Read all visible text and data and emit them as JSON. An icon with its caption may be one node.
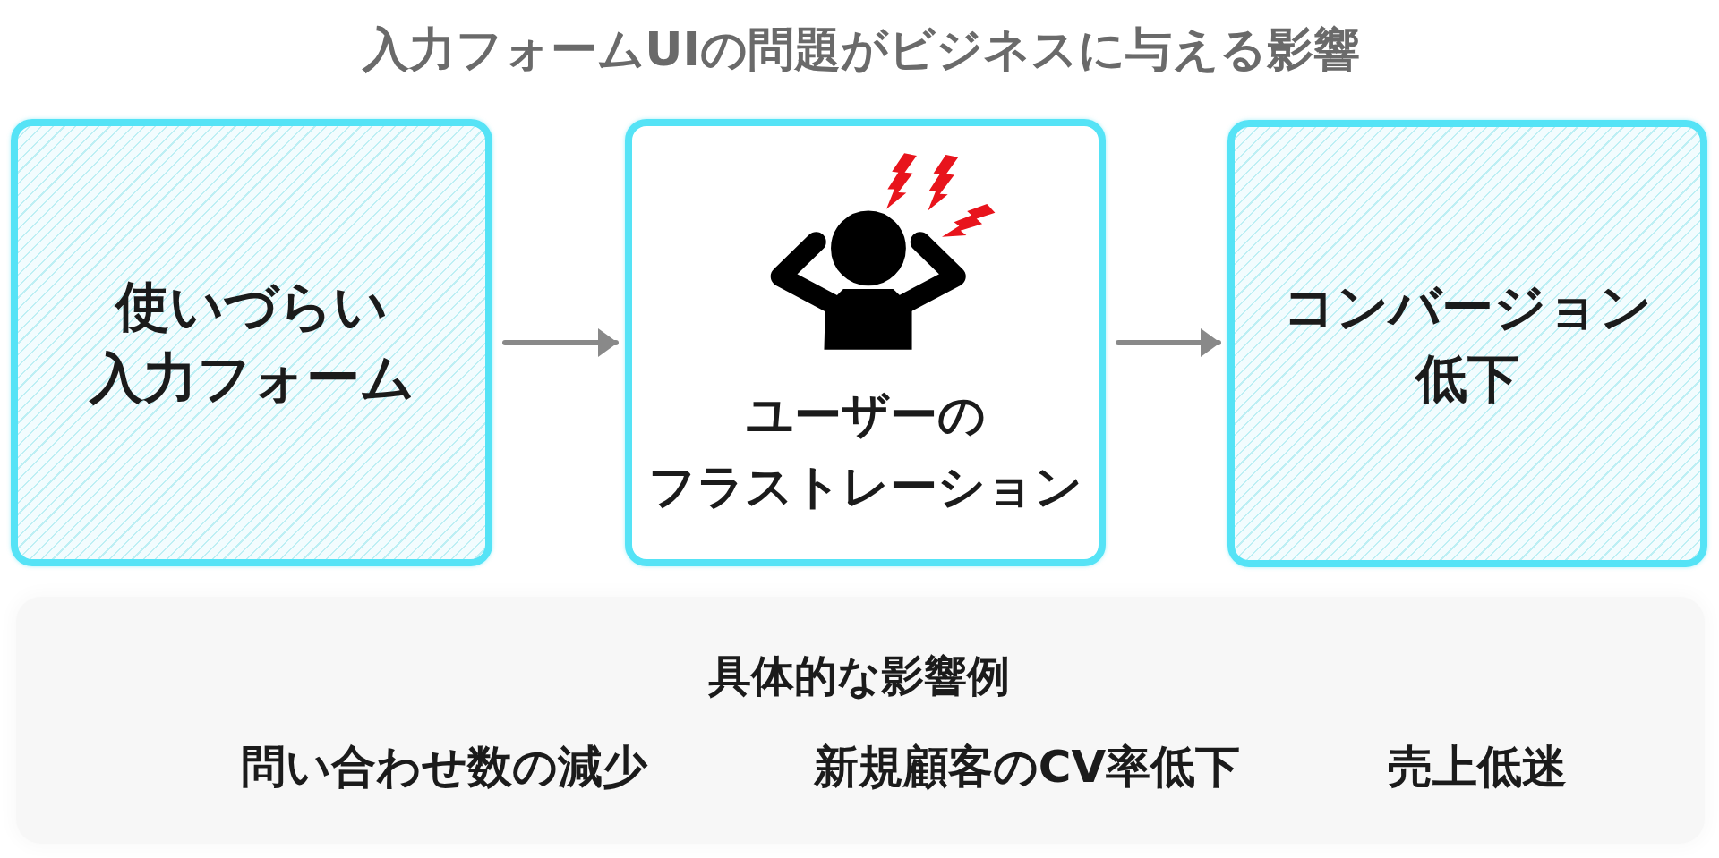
{
  "diagram": {
    "title": "入力フォームUIの問題がビジネスに与える影響",
    "nodes": [
      {
        "text": [
          "使いづらい入力フォーム"
        ]
      },
      {
        "text": [
          "ユーザーのフラストレーション"
        ]
      },
      {
        "text": [
          "コンバージョン低下"
        ]
      },
      {
        "text": [
          "具体的な影響例",
          "問い合わせ数の減少",
          "新規顧客のCV率低下",
          "売上低迷"
        ]
      }
    ],
    "edges": [
      {
        "from": 0,
        "to": 1,
        "arrow": "to"
      },
      {
        "from": 1,
        "to": 2,
        "arrow": "to"
      }
    ]
  }
}
